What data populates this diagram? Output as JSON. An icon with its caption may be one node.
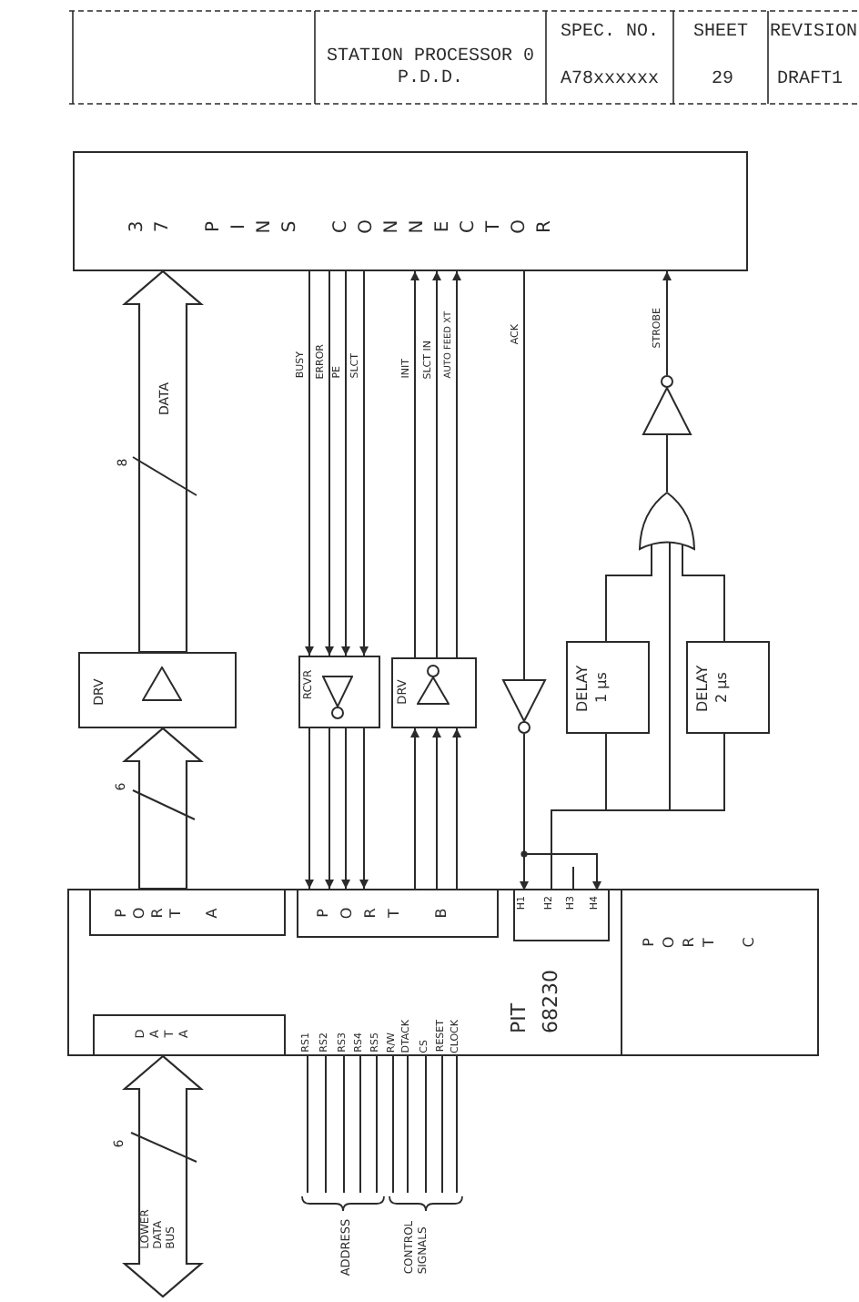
{
  "diagram": {
    "nodes": [
      {
        "text": [
          "37 PINS CONNECTOR"
        ]
      },
      {
        "text": [],
        "shape": "triangle"
      },
      {
        "text": [],
        "shape": "gate"
      },
      {
        "text": [
          "DRV"
        ]
      },
      {
        "text": [
          "RCVR"
        ]
      },
      {
        "text": [
          "DRV"
        ]
      },
      {
        "text": [],
        "shape": "triangle"
      },
      {
        "text": [
          "DELAY 1 µs"
        ]
      },
      {
        "text": [
          "DELAY 2 µs"
        ]
      },
      {
        "text": [
          "PIT 68230"
        ]
      },
      {
        "text": [
          "PORT A"
        ],
        "in": 9
      },
      {
        "text": [
          "PORT B"
        ],
        "in": 9
      },
      {
        "text": [],
        "shape": "box",
        "in": 9
      },
      {
        "text": [
          "H1"
        ],
        "in": 12
      },
      {
        "text": [
          "H2"
        ],
        "in": 12
      },
      {
        "text": [
          "H3"
        ],
        "in": 12
      },
      {
        "text": [
          "H4"
        ],
        "in": 12
      },
      {
        "text": [
          "PORT C"
        ],
        "in": 9
      },
      {
        "text": [
          "DATA"
        ],
        "in": 9
      }
    ],
    "edges": [
      {
        "from": 10,
        "to": 3,
        "arrow": "to",
        "style": "thick"
      },
      {
        "from": 3,
        "to": 0,
        "arrow": "to",
        "style": "thick",
        "label": "DATA"
      },
      {
        "from": 0,
        "to": 4,
        "arrow": "to",
        "label": "BUSY"
      },
      {
        "from": 0,
        "to": 4,
        "arrow": "to",
        "label": "ERROR"
      },
      {
        "from": 0,
        "to": 4,
        "arrow": "to",
        "label": "PE"
      },
      {
        "from": 0,
        "to": 4,
        "arrow": "to",
        "label": "SLCT"
      },
      {
        "from": 4,
        "to": 11,
        "arrow": "to"
      },
      {
        "from": 4,
        "to": 11,
        "arrow": "to"
      },
      {
        "from": 4,
        "to": 11,
        "arrow": "to"
      },
      {
        "from": 4,
        "to": 11,
        "arrow": "to"
      },
      {
        "from": 5,
        "to": 0,
        "arrow": "to",
        "label": "INIT"
      },
      {
        "from": 5,
        "to": 0,
        "arrow": "to",
        "label": "SLCT IN"
      },
      {
        "from": 5,
        "to": 0,
        "arrow": "to",
        "label": "AUTO FEED XT"
      },
      {
        "from": 11,
        "to": 5,
        "arrow": "to"
      },
      {
        "from": 11,
        "to": 5,
        "arrow": "to"
      },
      {
        "from": 11,
        "to": 5,
        "arrow": "to"
      },
      {
        "from": 0,
        "to": 6,
        "arrow": "none",
        "label": "ACK"
      },
      {
        "from": 6,
        "to": 13,
        "arrow": "to"
      },
      {
        "from": 6,
        "to": 16,
        "arrow": "to"
      },
      {
        "from": 14,
        "to": 7,
        "arrow": "none"
      },
      {
        "from": 14,
        "to": 2,
        "arrow": "none"
      },
      {
        "from": 14,
        "to": 8,
        "arrow": "none"
      },
      {
        "from": 7,
        "to": 2,
        "arrow": "none"
      },
      {
        "from": 8,
        "to": 2,
        "arrow": "none"
      },
      {
        "from": 2,
        "to": 1,
        "arrow": "none"
      },
      {
        "from": 1,
        "to": 0,
        "arrow": "to",
        "label": "STROBE"
      },
      {
        "from": 18,
        "to": null,
        "arrow": "both",
        "style": "thick",
        "label": "LOWER DATA BUS"
      },
      {
        "from": 9,
        "to": null,
        "arrow": "none"
      },
      {
        "from": 9,
        "to": null,
        "arrow": "none"
      },
      {
        "from": 9,
        "to": null,
        "arrow": "none"
      },
      {
        "from": 9,
        "to": null,
        "arrow": "none"
      },
      {
        "from": 9,
        "to": null,
        "arrow": "none"
      },
      {
        "from": 9,
        "to": null,
        "arrow": "none"
      },
      {
        "from": 9,
        "to": null,
        "arrow": "none"
      },
      {
        "from": 9,
        "to": null,
        "arrow": "none"
      },
      {
        "from": 9,
        "to": null,
        "arrow": "none"
      },
      {
        "from": 9,
        "to": null,
        "arrow": "none"
      },
      {
        "from": 15,
        "to": null,
        "arrow": "none"
      }
    ],
    "labels": [
      "STATION PROCESSOR 0 P.D.D.",
      "SPEC. NO.",
      "A78xxxxxx",
      "SHEET",
      "29",
      "REVISION",
      "DRAFT1",
      "8",
      "6",
      "RS1",
      "RS2",
      "RS3",
      "RS4",
      "RS5",
      "R/W",
      "DTACK",
      "CS",
      "RESET",
      "CLOCK",
      "6",
      "ADDRESS",
      "CONTROL SIGNALS"
    ]
  }
}
